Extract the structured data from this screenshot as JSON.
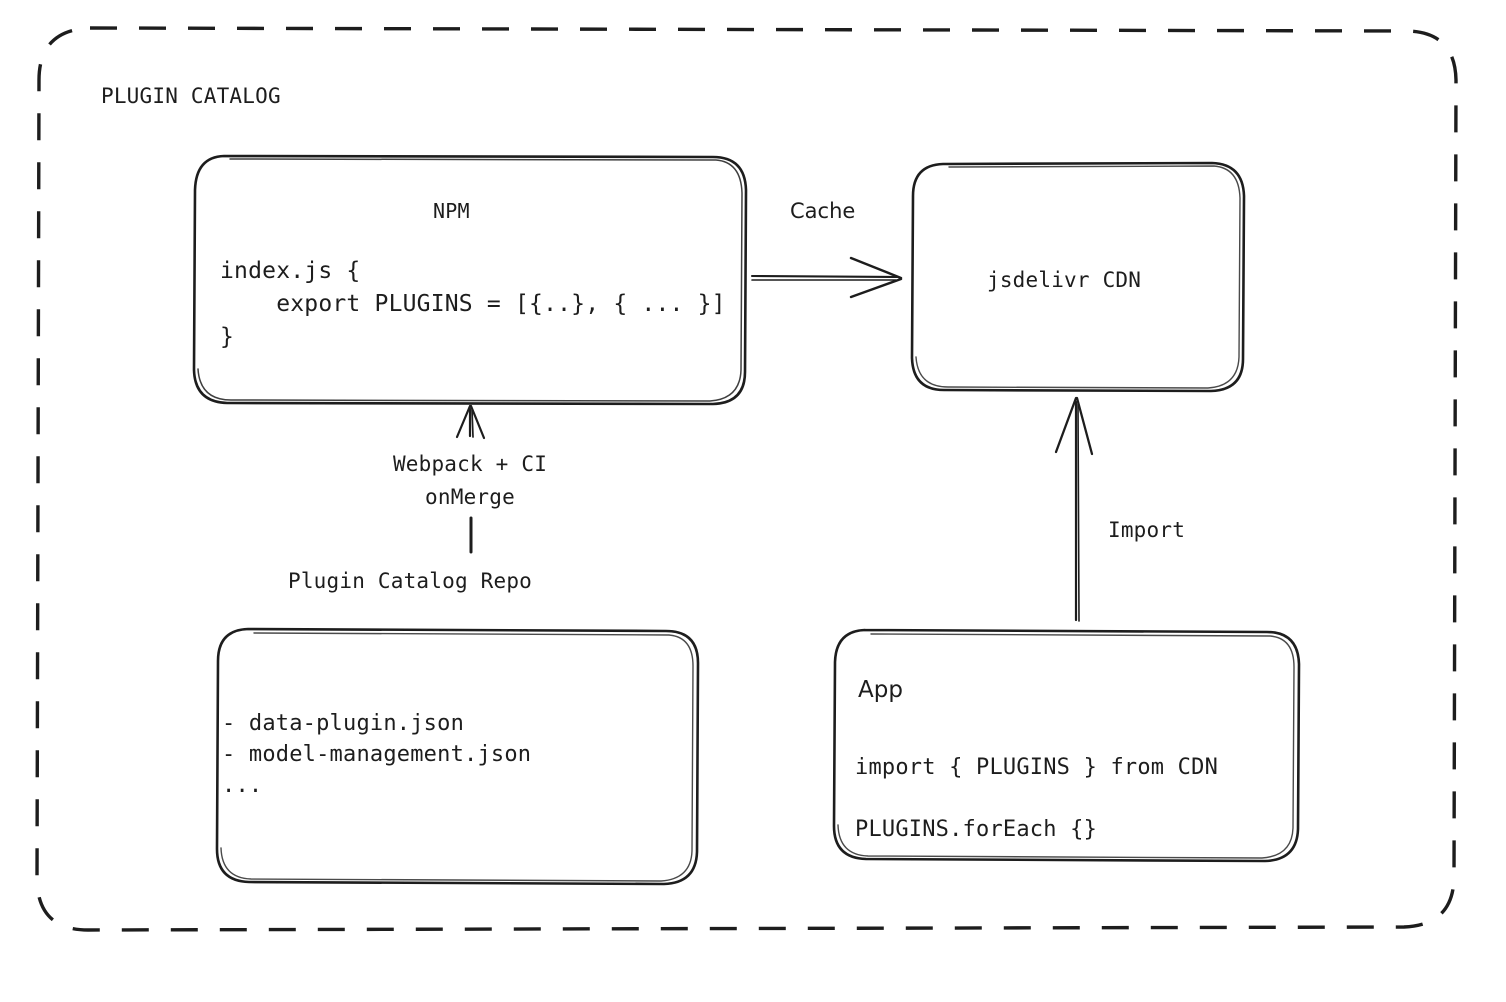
{
  "diagram": {
    "title": "PLUGIN CATALOG",
    "container": {
      "style": "dashed-rounded-rect"
    },
    "nodes": {
      "npm": {
        "title": "NPM",
        "code_lines": [
          "index.js {",
          "    export PLUGINS = [{..}, { ... }]",
          "}"
        ]
      },
      "cdn": {
        "title": "jsdelivr CDN"
      },
      "repo": {
        "caption": "Plugin Catalog Repo",
        "items": [
          "- data-plugin.json",
          "- model-management.json",
          "..."
        ]
      },
      "app": {
        "title": "App",
        "code_lines": [
          "import { PLUGINS } from CDN",
          "PLUGINS.forEach {}"
        ]
      }
    },
    "edges": {
      "cache": {
        "label": "Cache",
        "from": "npm",
        "to": "cdn",
        "direction": "right"
      },
      "build": {
        "label": "Webpack + CI\nonMerge",
        "from": "repo",
        "to": "npm",
        "direction": "up"
      },
      "import": {
        "label": "Import",
        "from": "app",
        "to": "cdn",
        "direction": "up"
      }
    },
    "colors": {
      "stroke": "#1d1d1d",
      "text": "#1d1d1d",
      "background": "#ffffff"
    }
  }
}
